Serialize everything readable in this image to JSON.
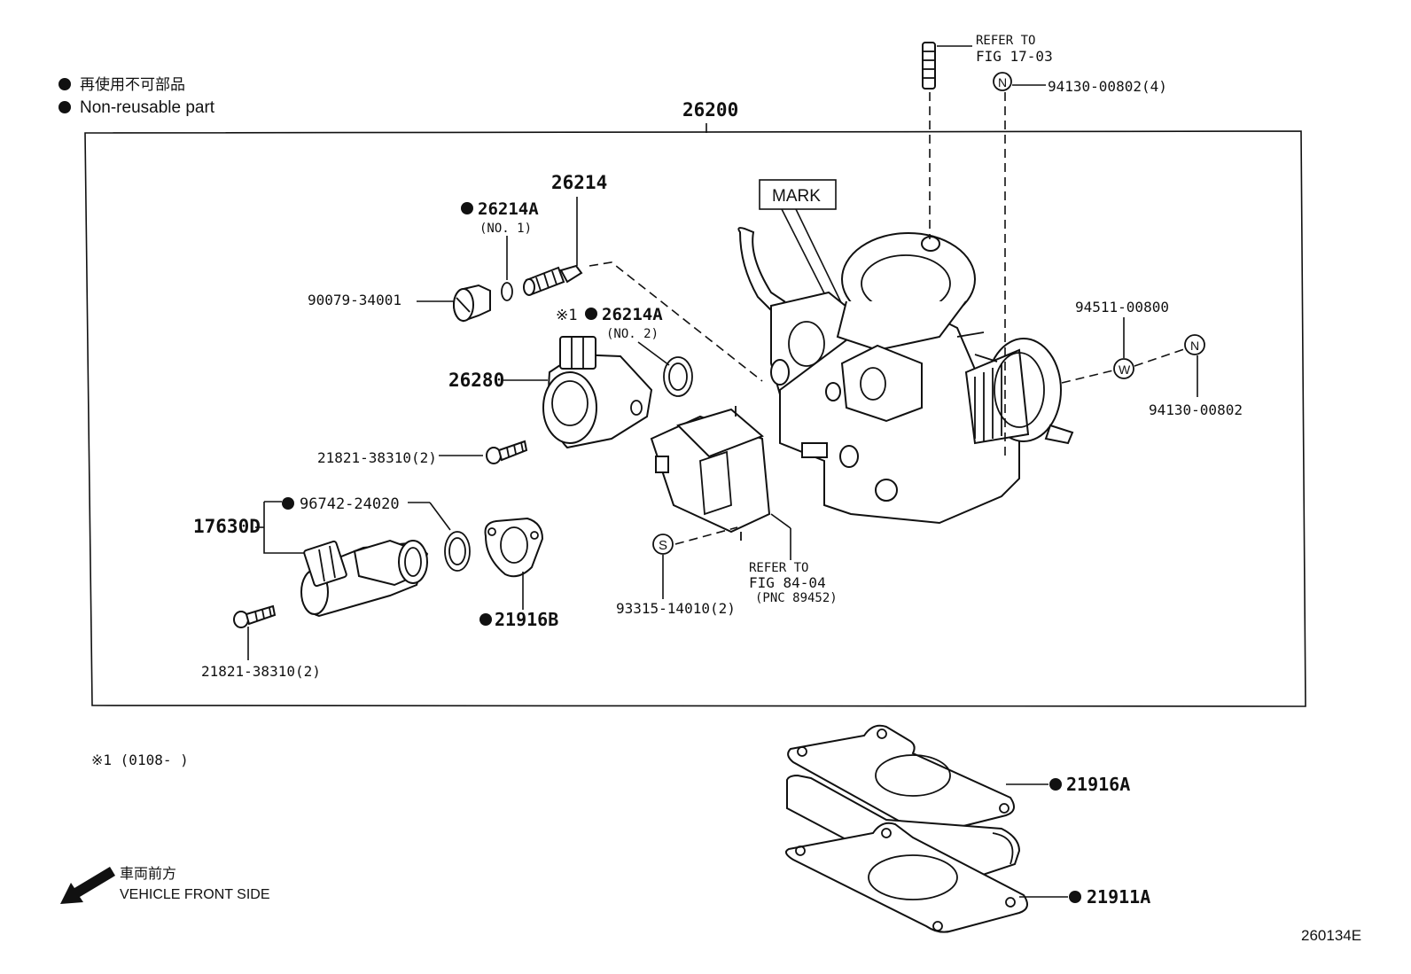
{
  "legend": {
    "jp": "再使用不可部品",
    "en": "Non-reusable part"
  },
  "assembly_label": "26200",
  "labels": {
    "p26214": "26214",
    "p26214A_1": "26214A",
    "no1": "(NO. 1)",
    "p90079": "90079-34001",
    "note_mark_1": "※1",
    "p26214A_2": "26214A",
    "no2": "(NO. 2)",
    "p26280": "26280",
    "p21821a": "21821-38310(2)",
    "p96742": "96742-24020",
    "p17630D": "17630D",
    "p21916B": "21916B",
    "p21821b": "21821-38310(2)",
    "p93315": "93315-14010(2)",
    "refer84_a": "REFER TO",
    "refer84_b": "FIG 84-04",
    "refer84_c": "(PNC 89452)",
    "mark": "MARK",
    "refer17_a": "REFER TO",
    "refer17_b": "FIG 17-03",
    "p94130_4": "94130-00802(4)",
    "p94511": "94511-00800",
    "p94130": "94130-00802",
    "p21916A": "21916A",
    "p21911A": "21911A",
    "footnote": "※1 (0108-      )",
    "front_jp": "車両前方",
    "front_en": "VEHICLE FRONT SIDE",
    "code": "260134E",
    "sym_n": "N",
    "sym_s": "S",
    "sym_w": "W"
  }
}
